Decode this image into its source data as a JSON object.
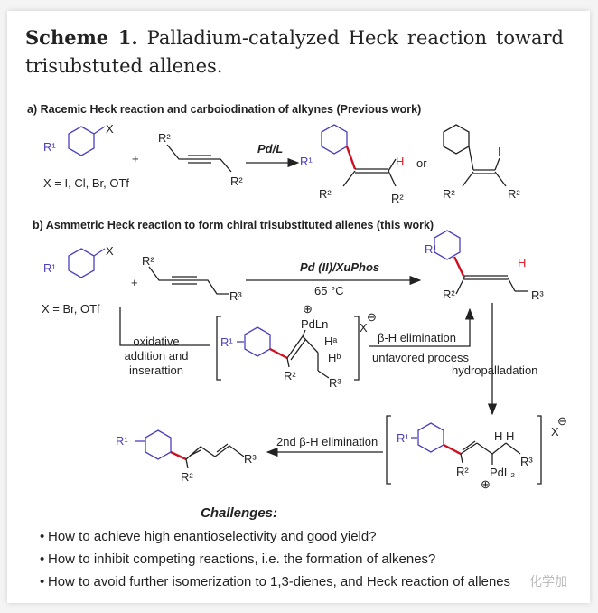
{
  "title": {
    "label": "Scheme 1.",
    "text": "Palladium-catalyzed Heck reaction toward trisubstuted allenes."
  },
  "section_a": {
    "heading": "a) Racemic Heck reaction and carboiodination of alkynes (Previous work)",
    "x_group": "X",
    "r1": "R¹",
    "r2": "R²",
    "plus": "+",
    "h": "H",
    "i": "I",
    "x_options": "X = I, Cl, Br, OTf",
    "catalyst": "Pd/L",
    "or": "or"
  },
  "section_b": {
    "heading": "b) Asmmetric Heck reaction to form chiral trisubstituted allenes  (this work)",
    "x_group": "X",
    "r1": "R¹",
    "r2": "R²",
    "r3": "R³",
    "plus": "+",
    "h": "H",
    "x_options": "X = Br, OTf",
    "catalyst": "Pd (II)/XuPhos",
    "temperature": "65 °C",
    "step1": [
      "oxidative",
      "addition and",
      "inserattion"
    ],
    "pdln": "PdLn",
    "ha": "Hᵃ",
    "hb": "Hᵇ",
    "counterion": "X",
    "plus_charge": "⊕",
    "minus_charge": "⊖",
    "beta_elim": "β-H elimination",
    "unfavored": "unfavored process",
    "hydropalladation": "hydropalladation",
    "pdl2": "PdL₂",
    "hh": "H H",
    "second_elim": "2nd β-H elimination"
  },
  "challenges": {
    "heading": "Challenges:",
    "items": [
      "How to achieve high enantioselectivity and good yield?",
      "How to inhibit competing reactions, i.e. the formation of alkenes?",
      "How to avoid further isomerization to 1,3-dienes, and Heck reaction of allenes"
    ],
    "watermark": "化学加"
  }
}
